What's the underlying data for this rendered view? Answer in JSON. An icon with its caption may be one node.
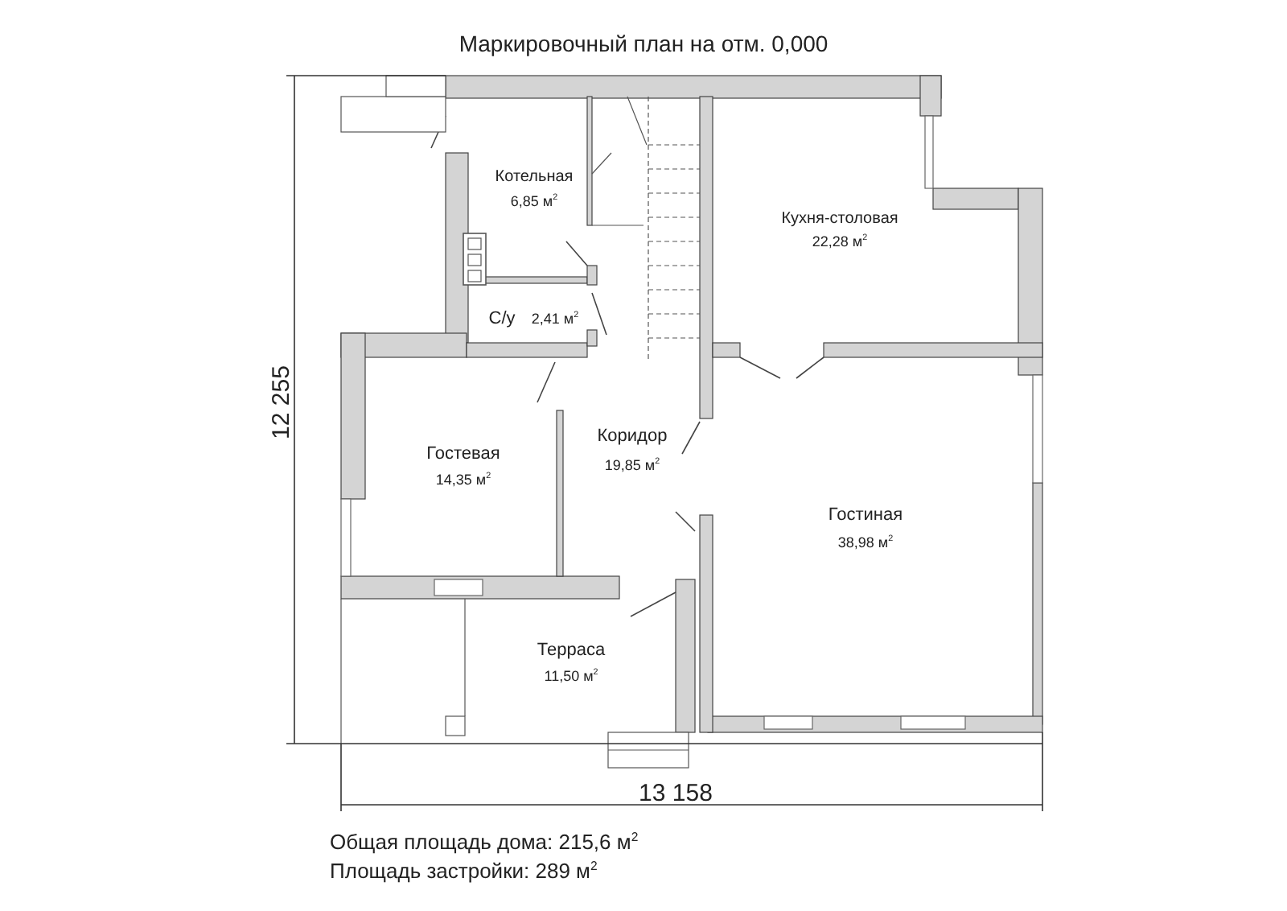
{
  "diagram": {
    "title": "Маркировочный план на отм. 0,000",
    "labels": [
      "Котельная",
      "6,85 м$^{2}$",
      "Кухня-столовая",
      "22,28 м$^{2}$",
      "С/у",
      "2,41 м$^{2}$",
      "Гостевая",
      "14,35 м$^{2}$",
      "Коридор",
      "19,85 м$^{2}$",
      "Гостиная",
      "38,98 м$^{2}$",
      "Терраса",
      "11,50 м$^{2}$",
      "12 255",
      "13 158",
      "Общая площадь дома: 215,6 м$^{2}$",
      "Площадь застройки: 289 м$^{2}$"
    ]
  }
}
